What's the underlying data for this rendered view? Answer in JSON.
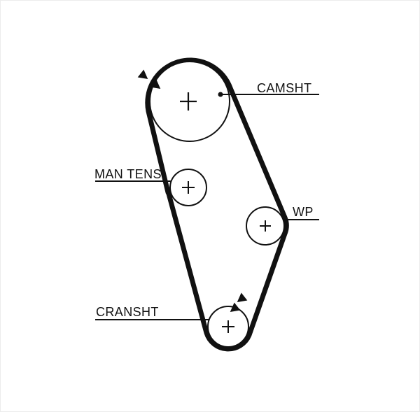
{
  "diagram": {
    "labels": {
      "camshaft": "CAMSHT",
      "manual_tensioner": "MAN TENS",
      "water_pump": "WP",
      "crankshaft": "CRANSHT"
    },
    "colors": {
      "line": "#111111",
      "belt": "#111111",
      "background": "#ffffff"
    }
  }
}
